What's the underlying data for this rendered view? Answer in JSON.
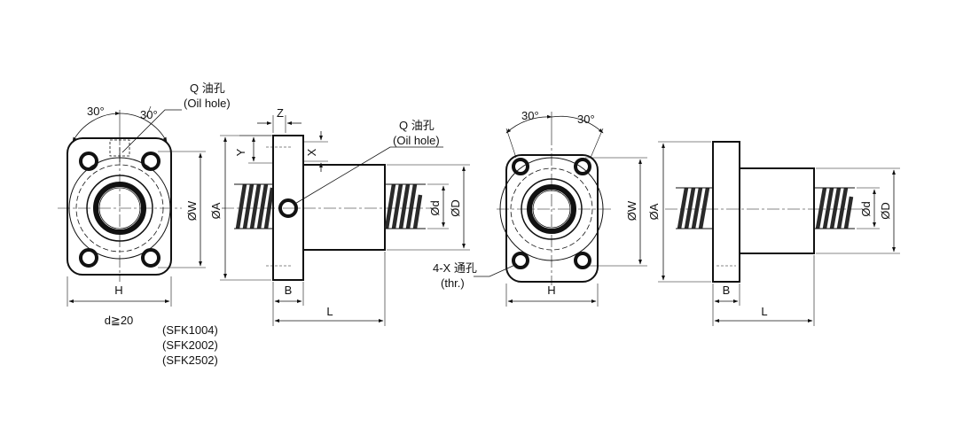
{
  "colors": {
    "ink": "#111111",
    "screw": "#6e6e6e",
    "thread": "#2a2a2a",
    "hub": "#e6e6e6"
  },
  "left_view": {
    "front": {
      "angle1": "30°",
      "angle2": "30°",
      "oil_hole_cn": "Q 油孔",
      "oil_hole_en": "(Oil hole)",
      "dim_w": "ØW",
      "dim_h": "H",
      "note": "d≧20"
    },
    "side": {
      "dim_z": "Z",
      "dim_y": "Y",
      "dim_x": "X",
      "dim_a": "ØA",
      "dim_d_small": "Ød",
      "dim_d_big": "ØD",
      "dim_b": "B",
      "dim_l": "L",
      "oil_hole_cn": "Q 油孔",
      "oil_hole_en": "(Oil hole)"
    },
    "models": [
      "(SFK1004)",
      "(SFK2002)",
      "(SFK2502)"
    ]
  },
  "right_view": {
    "front": {
      "angle1": "30°",
      "angle2": "30°",
      "dim_w": "ØW",
      "dim_h": "H",
      "hole_cn": "4-X 通孔",
      "hole_en": "(thr.)"
    },
    "side": {
      "dim_a": "ØA",
      "dim_d_small": "Ød",
      "dim_d_big": "ØD",
      "dim_b": "B",
      "dim_l": "L"
    }
  }
}
